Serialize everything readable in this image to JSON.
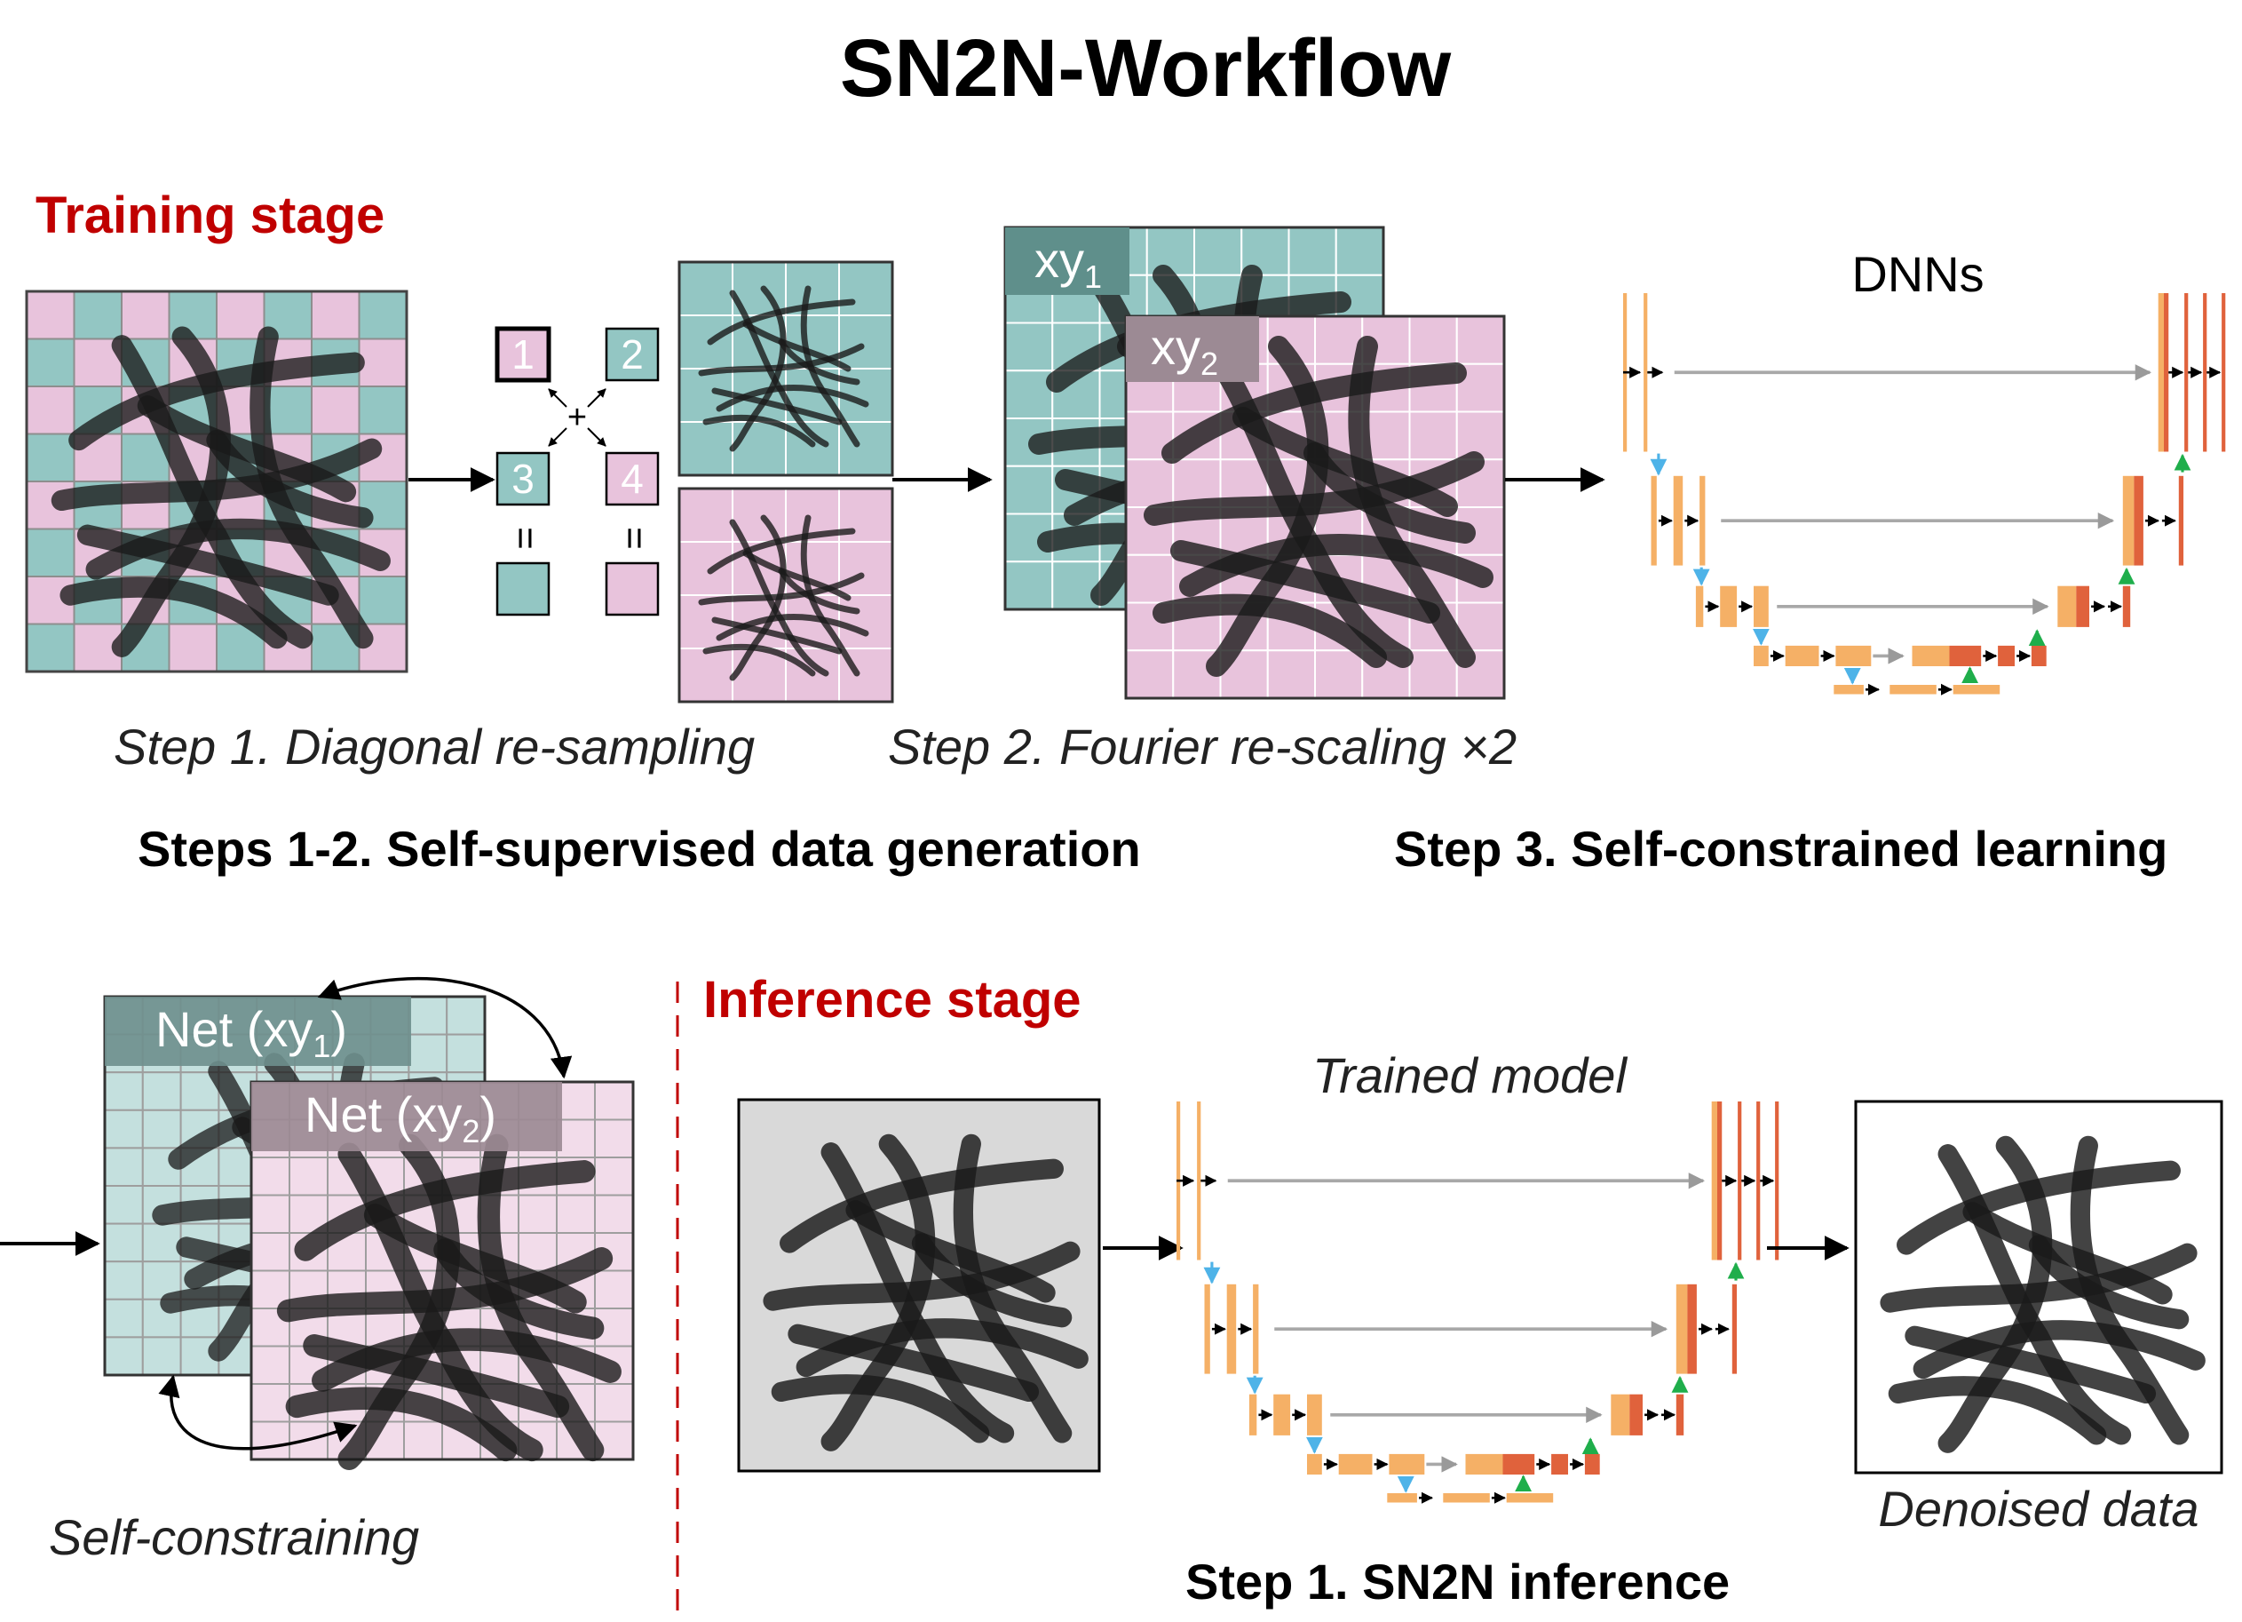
{
  "title": "SN2N-Workflow",
  "training": {
    "stage_label": "Training stage",
    "sub_images": [
      "1",
      "2",
      "3",
      "4"
    ],
    "plus": "+",
    "equals": "=",
    "xy1": "xy",
    "xy1_sub": "1",
    "xy2": "xy",
    "xy2_sub": "2",
    "dnn_label": "DNNs",
    "step1": "Step 1. Diagonal re-sampling",
    "step2": "Step 2. Fourier re-scaling ×2",
    "steps12": "Steps 1-2. Self-supervised data generation",
    "step3": "Step 3. Self-constrained learning"
  },
  "constraining": {
    "net1": "Net (xy",
    "net1_sub": "1",
    "net1_close": ")",
    "net2": "Net (xy",
    "net2_sub": "2",
    "net2_close": ")",
    "caption": "Self-constraining"
  },
  "inference": {
    "stage_label": "Inference stage",
    "model_label": "Trained model",
    "output_label": "Denoised data",
    "step1": "Step 1. SN2N inference"
  },
  "colors": {
    "teal": "#93c6c3",
    "pink": "#e8c3dc",
    "light_teal": "#c4e0de",
    "light_pink": "#f2dcea",
    "stage_red": "#c00000",
    "orange": "#f5b066",
    "dark_orange": "#e0623c",
    "blue_arrow": "#4eb3e8",
    "green_arrow": "#1fae4b",
    "gray_line": "#a8a8a8",
    "ink": "#1a1a1a"
  }
}
